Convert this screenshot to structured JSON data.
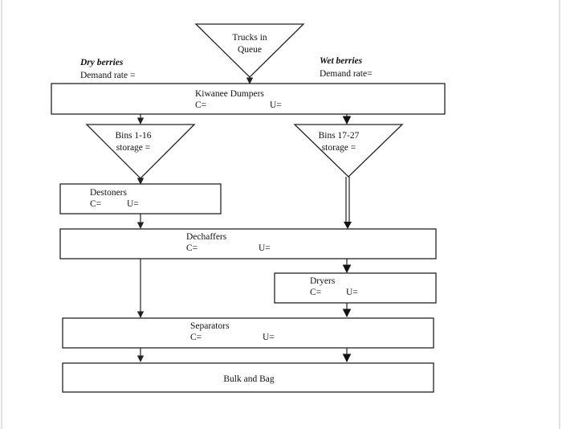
{
  "dry_berries": {
    "title": "Dry berries",
    "demand": "Demand rate ="
  },
  "wet_berries": {
    "title": "Wet berries",
    "demand": "Demand rate="
  },
  "trucks": {
    "line1": "Trucks in",
    "line2": "Queue"
  },
  "kiwanee": {
    "title": "Kiwanee Dumpers",
    "c": "C=",
    "u": "U="
  },
  "bins_1_16": {
    "line1": "Bins 1-16",
    "line2": "storage ="
  },
  "bins_17_27": {
    "line1": "Bins 17-27",
    "line2": "storage ="
  },
  "destoners": {
    "title": "Destoners",
    "c": "C=",
    "u": "U="
  },
  "dechaffers": {
    "title": "Dechaffers",
    "c": "C=",
    "u": "U="
  },
  "dryers": {
    "title": "Dryers",
    "c": "C=",
    "u": "U="
  },
  "separators": {
    "title": "Separators",
    "c": "C=",
    "u": "U="
  },
  "bulk_bag": {
    "title": "Bulk and Bag"
  }
}
